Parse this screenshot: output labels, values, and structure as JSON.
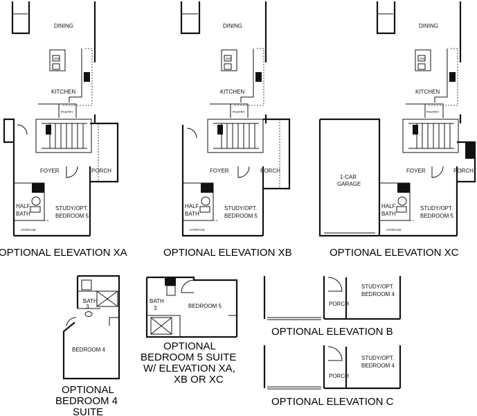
{
  "plans": {
    "xa": {
      "dining": "DINING",
      "kitchen": "KITCHEN",
      "foyer": "FOYER",
      "porch": "PORCH",
      "half": "HALF",
      "bath": "BATH",
      "study": "STUDY/OPT.",
      "bedroom": "BEDROOM 5",
      "storage": "STORAGE",
      "pantry": "PANTRY",
      "dw": "DW",
      "caption": "OPTIONAL ELEVATION XA"
    },
    "xb": {
      "dining": "DINING",
      "kitchen": "KITCHEN",
      "foyer": "FOYER",
      "porch": "PORCH",
      "half": "HALF",
      "bath": "BATH",
      "study": "STUDY/OPT.",
      "bedroom": "BEDROOM 5",
      "storage": "STORAGE",
      "pantry": "PANTRY",
      "dw": "DW",
      "caption": "OPTIONAL ELEVATION XB"
    },
    "xc": {
      "dining": "DINING",
      "kitchen": "KITCHEN",
      "foyer": "FOYER",
      "porch": "PORCH",
      "half": "HALF",
      "bath": "BATH",
      "study": "STUDY/OPT.",
      "bedroom": "BEDROOM 5",
      "storage": "STORAGE",
      "pantry": "PANTRY",
      "dw": "DW",
      "garage_1": "1-CAR",
      "garage_2": "GARAGE",
      "caption": "OPTIONAL ELEVATION XC"
    },
    "bed4": {
      "bath": "BATH",
      "bath_num": "3",
      "bedroom": "BEDROOM 4",
      "caption": [
        "OPTIONAL",
        "BEDROOM 4",
        "SUITE"
      ]
    },
    "bed5": {
      "bath": "BATH",
      "bath_num": "3",
      "bedroom": "BEDROOM 5",
      "caption": [
        "OPTIONAL",
        "BEDROOM 5 SUITE",
        "W/ ELEVATION XA,",
        "XB OR XC"
      ]
    },
    "elev_b": {
      "porch": "PORCH",
      "study": "STUDY/OPT.",
      "bedroom": "BEDROOM 4",
      "caption": "OPTIONAL ELEVATION B"
    },
    "elev_c": {
      "porch": "PORCH",
      "study": "STUDY/OPT.",
      "bedroom": "BEDROOM 4",
      "caption": "OPTIONAL ELEVATION C"
    }
  }
}
